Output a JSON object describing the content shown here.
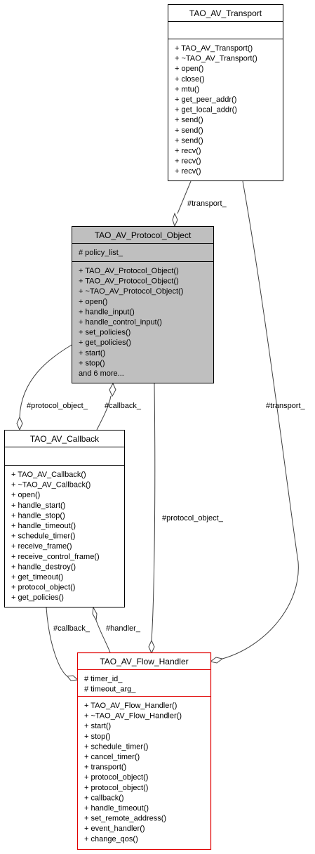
{
  "classes": {
    "transport": {
      "name": "TAO_AV_Transport",
      "attributes": [],
      "methods": [
        "+ TAO_AV_Transport()",
        "+ ~TAO_AV_Transport()",
        "+ open()",
        "+ close()",
        "+ mtu()",
        "+ get_peer_addr()",
        "+ get_local_addr()",
        "+ send()",
        "+ send()",
        "+ send()",
        "+ recv()",
        "+ recv()",
        "+ recv()"
      ]
    },
    "protocol_object": {
      "name": "TAO_AV_Protocol_Object",
      "attributes": [
        "# policy_list_"
      ],
      "methods": [
        "+ TAO_AV_Protocol_Object()",
        "+ TAO_AV_Protocol_Object()",
        "+ ~TAO_AV_Protocol_Object()",
        "+ open()",
        "+ handle_input()",
        "+ handle_control_input()",
        "+ set_policies()",
        "+ get_policies()",
        "+ start()",
        "+ stop()",
        "and 6 more..."
      ]
    },
    "callback": {
      "name": "TAO_AV_Callback",
      "attributes": [],
      "methods": [
        "+ TAO_AV_Callback()",
        "+ ~TAO_AV_Callback()",
        "+ open()",
        "+ handle_start()",
        "+ handle_stop()",
        "+ handle_timeout()",
        "+ schedule_timer()",
        "+ receive_frame()",
        "+ receive_control_frame()",
        "+ handle_destroy()",
        "+ get_timeout()",
        "+ protocol_object()",
        "+ get_policies()"
      ]
    },
    "flow_handler": {
      "name": "TAO_AV_Flow_Handler",
      "attributes": [
        "# timer_id_",
        "# timeout_arg_"
      ],
      "methods": [
        "+ TAO_AV_Flow_Handler()",
        "+ ~TAO_AV_Flow_Handler()",
        "+ start()",
        "+ stop()",
        "+ schedule_timer()",
        "+ cancel_timer()",
        "+ transport()",
        "+ protocol_object()",
        "+ protocol_object()",
        "+ callback()",
        "+ handle_timeout()",
        "+ set_remote_address()",
        "+ event_handler()",
        "+ change_qos()"
      ]
    }
  },
  "edges": {
    "transport_to_protocol": "#transport_",
    "protocol_to_callback": "#protocol_object_",
    "callback_to_protocol": "#callback_",
    "protocol_to_flow": "#protocol_object_",
    "transport_to_flow": "#transport_",
    "callback_to_flow": "#callback_",
    "flow_to_callback": "#handler_"
  },
  "colors": {
    "active_fill": "#bfbfbf",
    "highlight_border": "#e00000",
    "edge": "#404040"
  }
}
